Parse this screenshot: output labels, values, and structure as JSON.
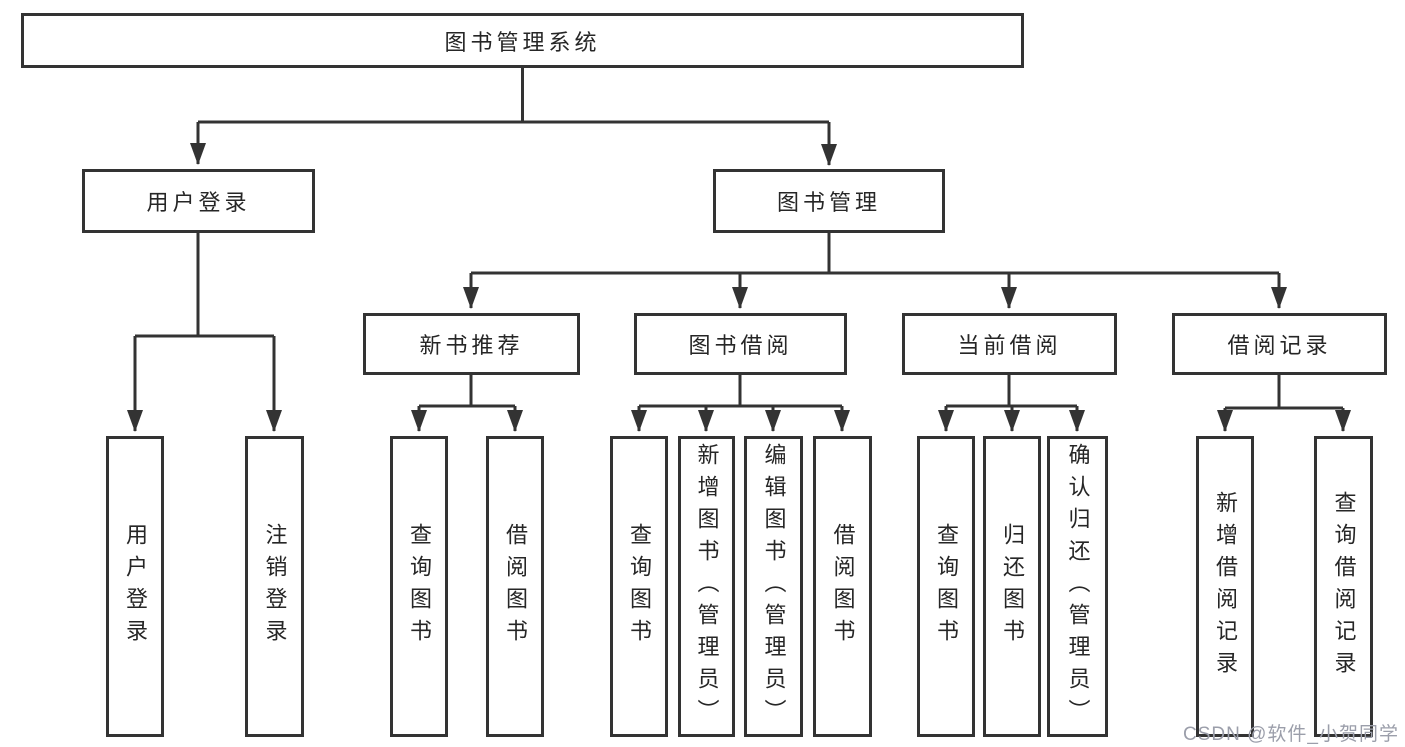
{
  "diagram_colors": {
    "line": "#333333",
    "box_border": "#333333",
    "text": "#262626",
    "watermark": "#9b9eaa",
    "background": "#ffffff"
  },
  "tree": {
    "label": "图书管理系统",
    "children": [
      {
        "label": "用户登录",
        "children": [
          {
            "label": "用户登录"
          },
          {
            "label": "注销登录"
          }
        ]
      },
      {
        "label": "图书管理",
        "children": [
          {
            "label": "新书推荐",
            "children": [
              {
                "label": "查询图书"
              },
              {
                "label": "借阅图书"
              }
            ]
          },
          {
            "label": "图书借阅",
            "children": [
              {
                "label": "查询图书"
              },
              {
                "label": "新增图书（管理员）"
              },
              {
                "label": "编辑图书（管理员）"
              },
              {
                "label": "借阅图书"
              }
            ]
          },
          {
            "label": "当前借阅",
            "children": [
              {
                "label": "查询图书"
              },
              {
                "label": "归还图书"
              },
              {
                "label": "确认归还（管理员）"
              }
            ]
          },
          {
            "label": "借阅记录",
            "children": [
              {
                "label": "新增借阅记录"
              },
              {
                "label": "查询借阅记录"
              }
            ]
          }
        ]
      }
    ]
  },
  "watermark": {
    "text": "CSDN @软件_小贺同学"
  }
}
